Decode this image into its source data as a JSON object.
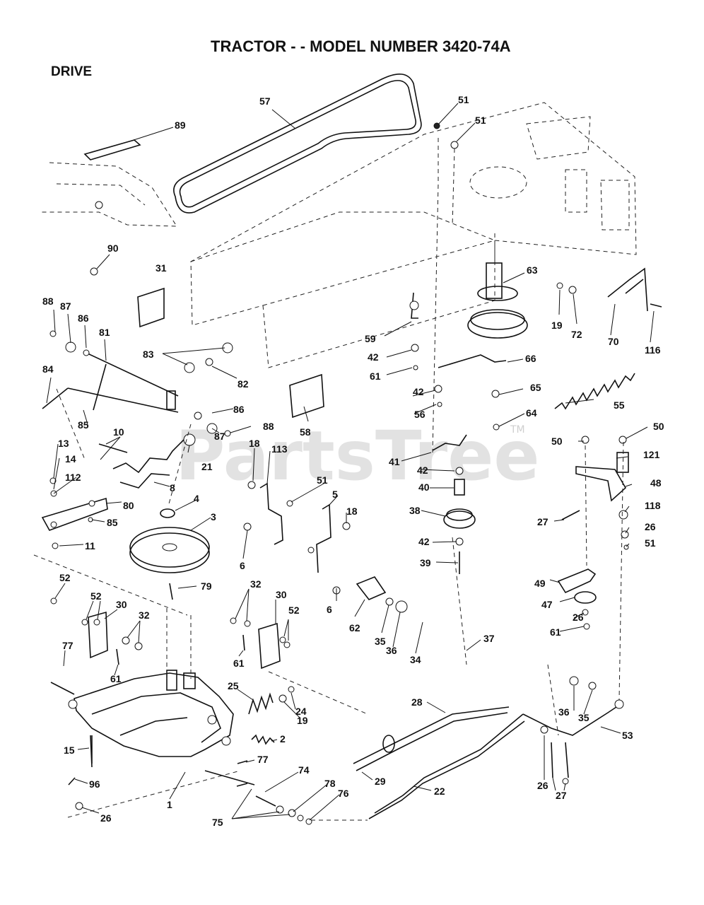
{
  "page": {
    "title": "TRACTOR - - MODEL NUMBER 3420-74A",
    "section": "DRIVE",
    "watermark": "PartsTree",
    "trademark": "TM"
  },
  "callouts": [
    {
      "id": "c57",
      "label": "57"
    },
    {
      "id": "c89",
      "label": "89"
    },
    {
      "id": "c51a",
      "label": "51"
    },
    {
      "id": "c51b",
      "label": "51"
    },
    {
      "id": "c90",
      "label": "90"
    },
    {
      "id": "c31",
      "label": "31"
    },
    {
      "id": "c63",
      "label": "63"
    },
    {
      "id": "c88a",
      "label": "88"
    },
    {
      "id": "c87a",
      "label": "87"
    },
    {
      "id": "c86a",
      "label": "86"
    },
    {
      "id": "c81",
      "label": "81"
    },
    {
      "id": "c83",
      "label": "83"
    },
    {
      "id": "c82",
      "label": "82"
    },
    {
      "id": "c19a",
      "label": "19"
    },
    {
      "id": "c72",
      "label": "72"
    },
    {
      "id": "c70",
      "label": "70"
    },
    {
      "id": "c116",
      "label": "116"
    },
    {
      "id": "c59",
      "label": "59"
    },
    {
      "id": "c42a",
      "label": "42"
    },
    {
      "id": "c61a",
      "label": "61"
    },
    {
      "id": "c66",
      "label": "66"
    },
    {
      "id": "c84",
      "label": "84"
    },
    {
      "id": "c42b",
      "label": "42"
    },
    {
      "id": "c56",
      "label": "56"
    },
    {
      "id": "c65",
      "label": "65"
    },
    {
      "id": "c64",
      "label": "64"
    },
    {
      "id": "c55",
      "label": "55"
    },
    {
      "id": "c85a",
      "label": "85"
    },
    {
      "id": "c86b",
      "label": "86"
    },
    {
      "id": "c88b",
      "label": "88"
    },
    {
      "id": "c58",
      "label": "58"
    },
    {
      "id": "c10",
      "label": "10"
    },
    {
      "id": "c87b",
      "label": "87"
    },
    {
      "id": "c50a",
      "label": "50"
    },
    {
      "id": "c50b",
      "label": "50"
    },
    {
      "id": "c13",
      "label": "13"
    },
    {
      "id": "c18a",
      "label": "18"
    },
    {
      "id": "c113",
      "label": "113"
    },
    {
      "id": "c41",
      "label": "41"
    },
    {
      "id": "c121",
      "label": "121"
    },
    {
      "id": "c14",
      "label": "14"
    },
    {
      "id": "c21",
      "label": "21"
    },
    {
      "id": "c42c",
      "label": "42"
    },
    {
      "id": "c112",
      "label": "112"
    },
    {
      "id": "c8",
      "label": "8"
    },
    {
      "id": "c51c",
      "label": "51"
    },
    {
      "id": "c40",
      "label": "40"
    },
    {
      "id": "c48",
      "label": "48"
    },
    {
      "id": "c80",
      "label": "80"
    },
    {
      "id": "c4",
      "label": "4"
    },
    {
      "id": "c5",
      "label": "5"
    },
    {
      "id": "c38",
      "label": "38"
    },
    {
      "id": "c118",
      "label": "118"
    },
    {
      "id": "c18b",
      "label": "18"
    },
    {
      "id": "c27a",
      "label": "27"
    },
    {
      "id": "c85b",
      "label": "85"
    },
    {
      "id": "c3",
      "label": "3"
    },
    {
      "id": "c42d",
      "label": "42"
    },
    {
      "id": "c26a",
      "label": "26"
    },
    {
      "id": "c11",
      "label": "11"
    },
    {
      "id": "c6a",
      "label": "6"
    },
    {
      "id": "c51d",
      "label": "51"
    },
    {
      "id": "c39",
      "label": "39"
    },
    {
      "id": "c52a",
      "label": "52"
    },
    {
      "id": "c79",
      "label": "79"
    },
    {
      "id": "c32a",
      "label": "32"
    },
    {
      "id": "c49",
      "label": "49"
    },
    {
      "id": "c52b",
      "label": "52"
    },
    {
      "id": "c30a",
      "label": "30"
    },
    {
      "id": "c30b",
      "label": "30"
    },
    {
      "id": "c6b",
      "label": "6"
    },
    {
      "id": "c47",
      "label": "47"
    },
    {
      "id": "c32b",
      "label": "32"
    },
    {
      "id": "c52c",
      "label": "52"
    },
    {
      "id": "c26b",
      "label": "26"
    },
    {
      "id": "c62",
      "label": "62"
    },
    {
      "id": "c61b",
      "label": "61"
    },
    {
      "id": "c35a",
      "label": "35"
    },
    {
      "id": "c36a",
      "label": "36"
    },
    {
      "id": "c34",
      "label": "34"
    },
    {
      "id": "c77a",
      "label": "77"
    },
    {
      "id": "c37",
      "label": "37"
    },
    {
      "id": "c61c",
      "label": "61"
    },
    {
      "id": "c61d",
      "label": "61"
    },
    {
      "id": "c25",
      "label": "25"
    },
    {
      "id": "c24",
      "label": "24"
    },
    {
      "id": "c28",
      "label": "28"
    },
    {
      "id": "c36b",
      "label": "36"
    },
    {
      "id": "c35b",
      "label": "35"
    },
    {
      "id": "c19b",
      "label": "19"
    },
    {
      "id": "c53",
      "label": "53"
    },
    {
      "id": "c2",
      "label": "2"
    },
    {
      "id": "c15",
      "label": "15"
    },
    {
      "id": "c77b",
      "label": "77"
    },
    {
      "id": "c29",
      "label": "29"
    },
    {
      "id": "c96",
      "label": "96"
    },
    {
      "id": "c74",
      "label": "74"
    },
    {
      "id": "c22",
      "label": "22"
    },
    {
      "id": "c26c",
      "label": "26"
    },
    {
      "id": "c1",
      "label": "1"
    },
    {
      "id": "c78",
      "label": "78"
    },
    {
      "id": "c27b",
      "label": "27"
    },
    {
      "id": "c76",
      "label": "76"
    },
    {
      "id": "c26d",
      "label": "26"
    },
    {
      "id": "c75",
      "label": "75"
    }
  ]
}
